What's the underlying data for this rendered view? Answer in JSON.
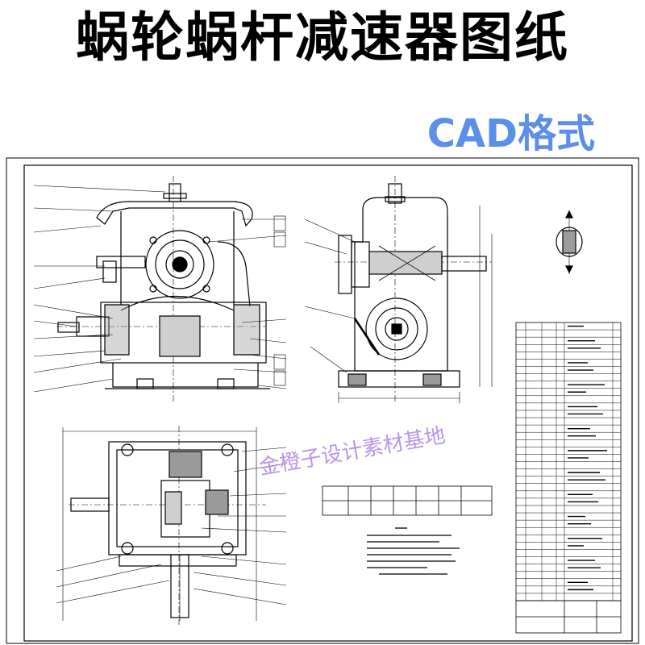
{
  "title": "蜗轮蜗杆减速器图纸",
  "subtitle": "CAD格式",
  "watermark": "金橙子设计素材基地",
  "colors": {
    "title": "#000000",
    "subtitle": "#5b8fe8",
    "watermark": "#b38be6",
    "line": "#000000"
  }
}
